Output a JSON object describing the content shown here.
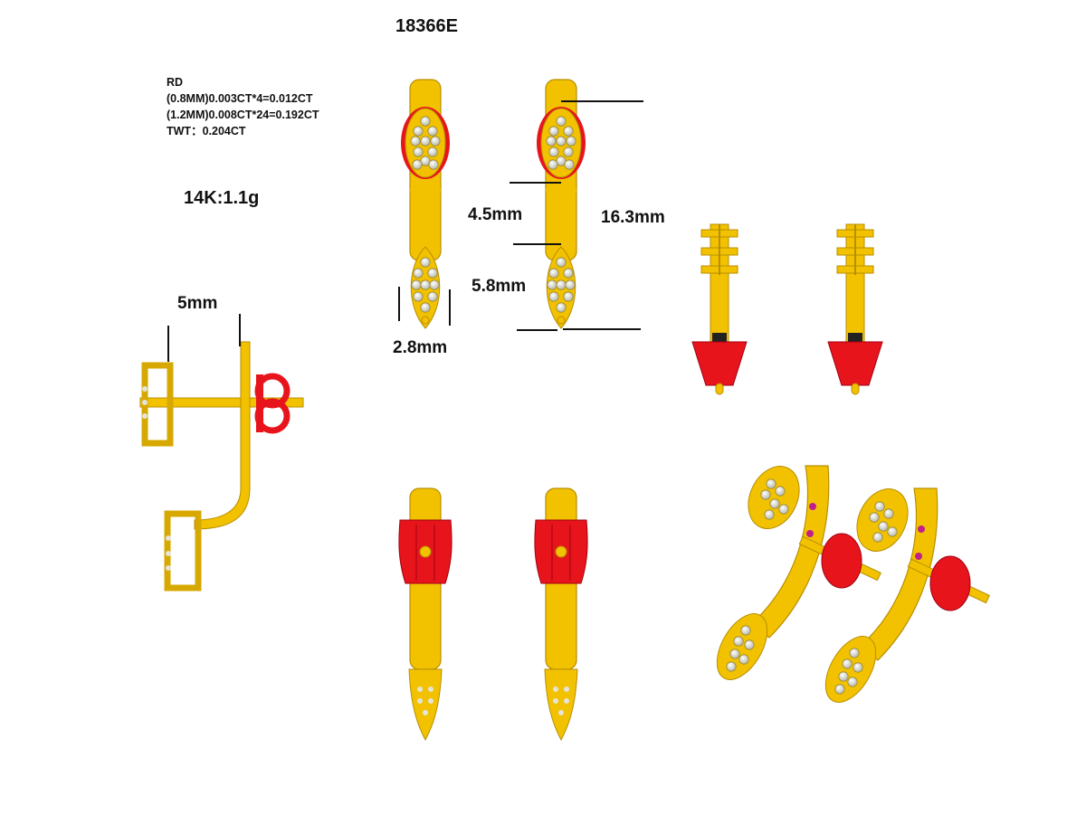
{
  "header": {
    "model_code": "18366E"
  },
  "stones": {
    "title": "RD",
    "lines": [
      "(0.8MM)0.003CT*4=0.012CT",
      "(1.2MM)0.008CT*24=0.192CT",
      "TWT：0.204CT"
    ]
  },
  "metal": {
    "weight": "14K:1.1g"
  },
  "dimensions": {
    "width_side": "5mm",
    "width_front": "2.8mm",
    "top_cluster": "4.5mm",
    "bottom_cluster": "5.8mm",
    "total_length": "16.3mm"
  },
  "colors": {
    "gold": "#F2C200",
    "gold_dark": "#B88E00",
    "backing_red": "#E8141C",
    "backing_dark": "#A00010",
    "diamond": "#E4E4DA",
    "accent_magenta": "#C0208A"
  }
}
